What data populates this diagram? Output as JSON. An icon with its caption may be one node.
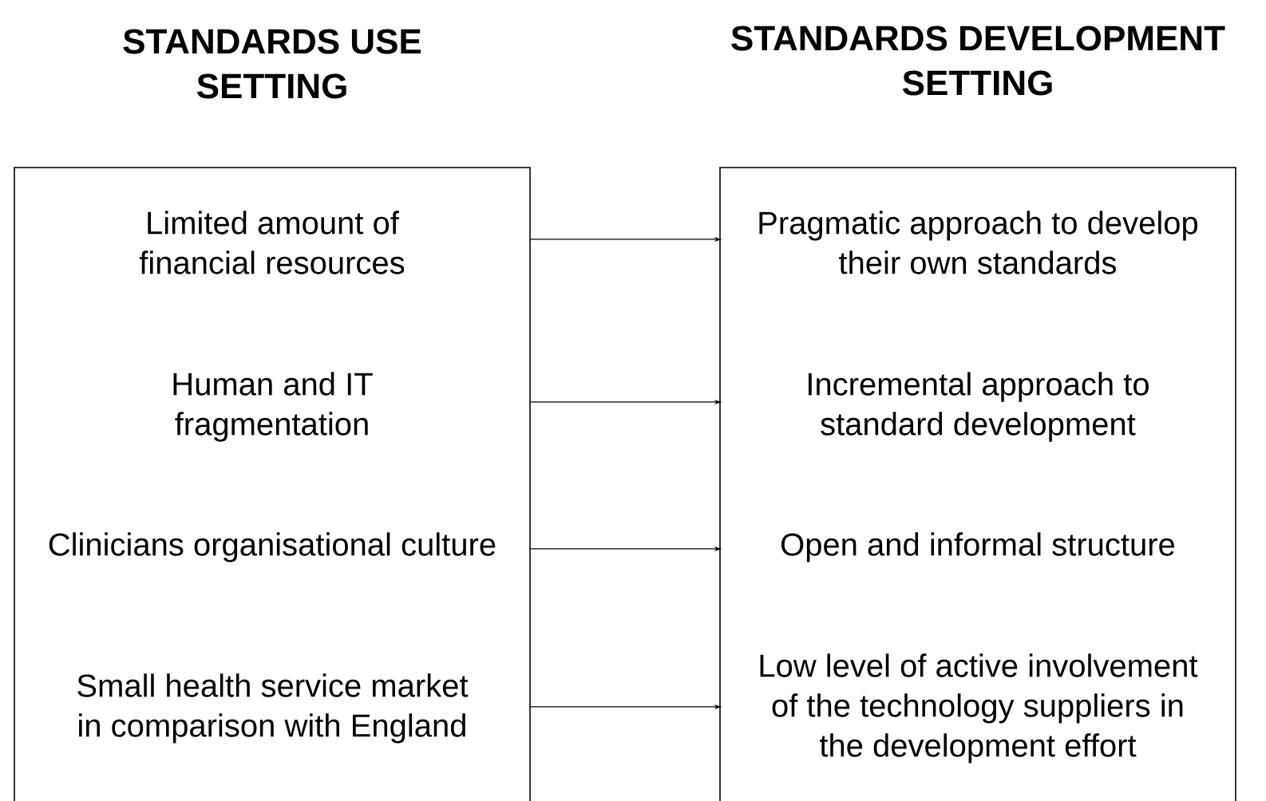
{
  "diagram": {
    "nodes": [
      {
        "text": [
          "STANDARDS USE SETTING"
        ]
      },
      {
        "text": [
          "Limited amount of financial resources"
        ],
        "in": 0
      },
      {
        "text": [
          "Human and IT fragmentation"
        ],
        "in": 0
      },
      {
        "text": [
          "Clinicians organisational culture"
        ],
        "in": 0
      },
      {
        "text": [
          "Small health service market in comparison with England"
        ],
        "in": 0
      },
      {
        "text": [
          "STANDARDS DEVELOPMENT SETTING"
        ]
      },
      {
        "text": [
          "Pragmatic approach to develop their own standards"
        ],
        "in": 5
      },
      {
        "text": [
          "Incremental approach to standard development"
        ],
        "in": 5
      },
      {
        "text": [
          "Open and informal structure"
        ],
        "in": 5
      },
      {
        "text": [
          "Low level of active involvement of the technology suppliers in the development effort"
        ],
        "in": 5
      }
    ],
    "edges": [
      {
        "from": 0,
        "to": 6,
        "arrow": "to"
      },
      {
        "from": 0,
        "to": 7,
        "arrow": "to"
      },
      {
        "from": 0,
        "to": 8,
        "arrow": "to"
      },
      {
        "from": 0,
        "to": 9,
        "arrow": "to"
      }
    ]
  }
}
